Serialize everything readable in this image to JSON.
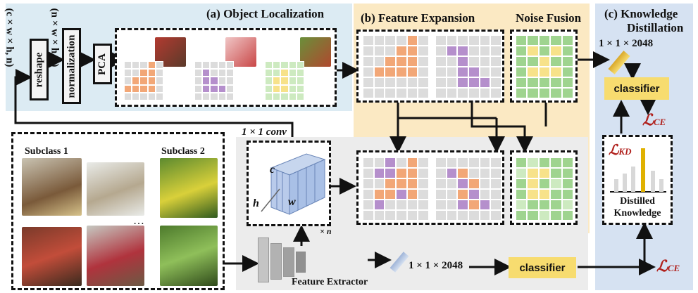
{
  "panel_a": {
    "title": "(a) Object Localization",
    "dim_chwn": "(c × w × h, n)",
    "dim_nwhc": "(n × w × h, c)",
    "reshape": "reshape",
    "normalization": "normalization",
    "pca": "PCA"
  },
  "panel_b": {
    "title": "(b) Feature Expansion",
    "noise_title": "Noise Fusion",
    "ellipsis": "…"
  },
  "panel_c": {
    "title_line1": "(c) Knowledge",
    "title_line2": "Distillation",
    "vector_dim": "1 × 1 × 2048",
    "classifier": "classifier",
    "loss_ce": "ℒ",
    "loss_ce_sub": "CE",
    "loss_kd": "ℒ",
    "loss_kd_sub": "KD",
    "distilled_line1": "Distilled",
    "distilled_line2": "Knowledge"
  },
  "samples": {
    "subclass1": "Subclass 1",
    "subclass2": "Subclass 2",
    "ellipsis": "…"
  },
  "extractor": {
    "conv_label": "1 × 1 conv",
    "c": "c",
    "h": "h",
    "w": "w",
    "times_n": "× n",
    "feature_extractor": "Feature Extractor",
    "vector_dim": "1 × 1 × 2048",
    "classifier": "classifier",
    "loss_ce": "ℒ",
    "loss_ce_sub": "CE"
  },
  "colors": {
    "panel_a_bg": "#dcebf3",
    "panel_b_bg": "#fbe9c3",
    "panel_c_bg": "#d6e2f2",
    "orange": "#f2a777",
    "purple": "#b58fcc",
    "green": "#9fd48f",
    "yellow": "#f7e28a",
    "loss_red": "#b0201c"
  }
}
